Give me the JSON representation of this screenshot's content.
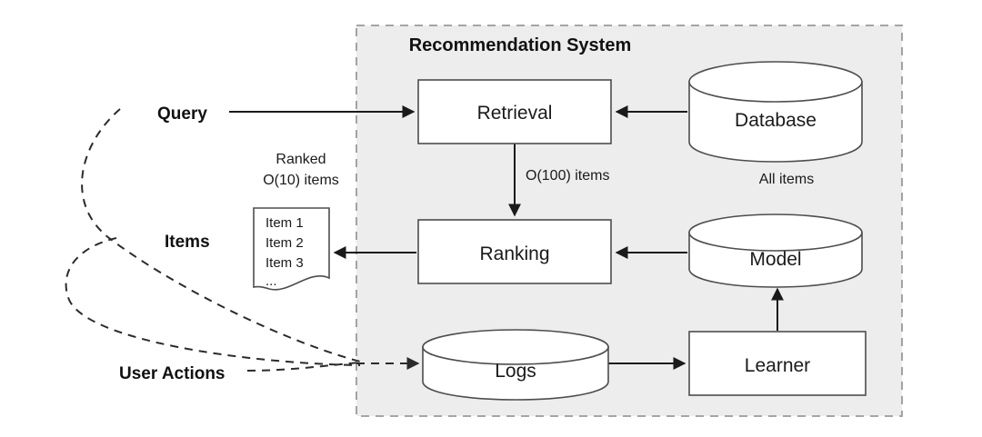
{
  "diagram": {
    "title": "Recommendation System",
    "container": {
      "label": "Recommendation System",
      "fill_color": "#ededed",
      "border_color": "#9a9a9a"
    },
    "nodes": {
      "retrieval": {
        "label": "Retrieval",
        "shape": "rectangle"
      },
      "ranking": {
        "label": "Ranking",
        "shape": "rectangle"
      },
      "database": {
        "label": "Database",
        "shape": "cylinder"
      },
      "model": {
        "label": "Model",
        "shape": "cylinder"
      },
      "logs": {
        "label": "Logs",
        "shape": "cylinder"
      },
      "learner": {
        "label": "Learner",
        "shape": "rectangle"
      },
      "ranked_items_doc": {
        "shape": "document",
        "lines": [
          "Item 1",
          "Item 2",
          "Item 3",
          "..."
        ]
      }
    },
    "labels": {
      "query": "Query",
      "items": "Items",
      "user_actions": "User Actions",
      "all_items": "All items",
      "o100_items": "O(100) items",
      "ranked_line1": "Ranked",
      "ranked_line2": "O(10) items"
    },
    "edges": [
      {
        "from": "query",
        "to": "retrieval",
        "style": "solid"
      },
      {
        "from": "database",
        "to": "retrieval",
        "style": "solid"
      },
      {
        "from": "retrieval",
        "to": "ranking",
        "style": "solid",
        "label": "O(100) items"
      },
      {
        "from": "model",
        "to": "ranking",
        "style": "solid"
      },
      {
        "from": "ranking",
        "to": "ranked_items_doc",
        "style": "solid"
      },
      {
        "from": "user_actions",
        "to": "logs",
        "style": "dashed"
      },
      {
        "from": "query",
        "to": "logs",
        "style": "dashed"
      },
      {
        "from": "items",
        "to": "logs",
        "style": "dashed"
      },
      {
        "from": "logs",
        "to": "learner",
        "style": "solid"
      },
      {
        "from": "learner",
        "to": "model",
        "style": "solid"
      }
    ]
  }
}
